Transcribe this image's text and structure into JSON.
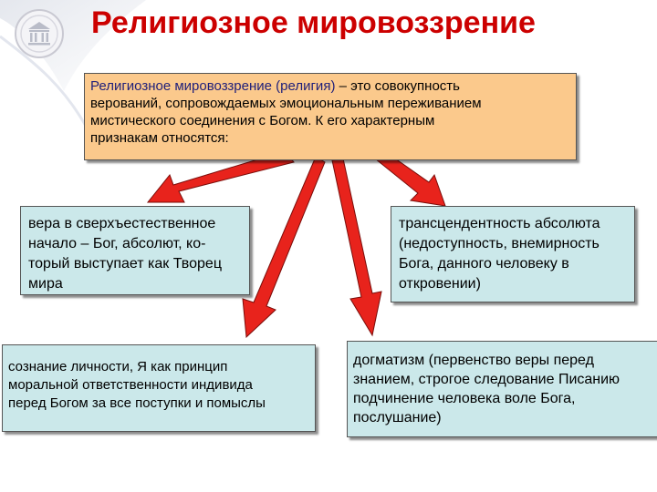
{
  "slide": {
    "title": "Религиозное мировоззрение"
  },
  "main": {
    "lead": "Религиозное мировоззрение (религия)",
    "rest": " – это совокупность\n верований, сопровождаемых эмоциональным переживанием\nмистического   соединения  с  Богом.  К  его  характерным\nпризнакам  относятся:"
  },
  "features": [
    {
      "text": "вера в сверхъестественное\nначало – Бог, абсолют, ко-\nторый выступает как Творец\nмира"
    },
    {
      "text": "трансцендентность абсолюта\n(недоступность, внемирность\nБога, данного человеку в\nоткровении)"
    },
    {
      "text": "сознание  личности,  Я   как   принцип\nморальной ответственности индивида\nперед Богом за все поступки и помыслы"
    },
    {
      "text": "догматизм  (первенство  веры  перед\nзнанием, строгое следование Писанию\nподчинение  человека  воле  Бога,\nпослушание)"
    }
  ],
  "colors": {
    "title": "#cc0000",
    "main_box": "#fbc98c",
    "feature_box": "#cbe8ea",
    "arrow": "#e8231c"
  }
}
